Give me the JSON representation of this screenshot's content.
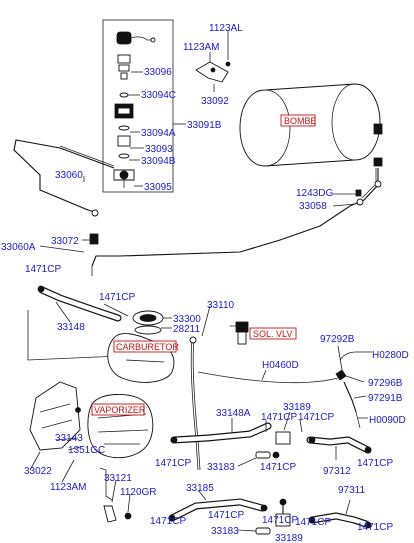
{
  "parts": {
    "p1123AL": "1123AL",
    "p1123AM_top": "1123AM",
    "p33096": "33096",
    "p33094C": "33094C",
    "p33092": "33092",
    "p33094A": "33094A",
    "p33091B": "33091B",
    "p33093": "33093",
    "p33094B": "33094B",
    "p33095": "33095",
    "p33060": "33060",
    "p1243DG": "1243DG",
    "p33058": "33058",
    "p33060A": "33060A",
    "p33072": "33072",
    "p1471CP_a": "1471CP",
    "p1471CP_b": "1471CP",
    "p33148": "33148",
    "p33300": "33300",
    "p28211": "28211",
    "p33110": "33110",
    "p97292B": "97292B",
    "pH0280D": "H0280D",
    "pH0460D": "H0460D",
    "p97296B": "97296B",
    "p97291B": "97291B",
    "pH0090D": "H0090D",
    "p33148A": "33148A",
    "p33189_a": "33189",
    "p1471CP_c": "1471CP",
    "p1471CP_d": "1471CP",
    "p33143": "33143",
    "p1351GC": "1351GC",
    "p33022": "33022",
    "p1471CP_e": "1471CP",
    "p33183_a": "33183",
    "p1471CP_f": "1471CP",
    "p97312": "97312",
    "p1471CP_g": "1471CP",
    "p1123AM_bot": "1123AM",
    "p33121": "33121",
    "p1120GR": "1120GR",
    "p33185": "33185",
    "p97311": "97311",
    "p1471CP_h": "1471CP",
    "p1471CP_i": "1471CP",
    "p33183_b": "33183",
    "p1471CP_j": "1471CP",
    "p33189_b": "33189",
    "p1471CP_k": "1471CP",
    "p1471CP_l": "1471CP"
  },
  "boxed_labels": {
    "bombe": "BOMBE",
    "carburetor": "CARBURETOR",
    "sol_vlv": "SOL. VLV",
    "vaporizer": "VAPORIZER"
  },
  "colors": {
    "part_number": "#1a1ad0",
    "boxed_label": "#cc1010",
    "line_art": "#111111"
  }
}
